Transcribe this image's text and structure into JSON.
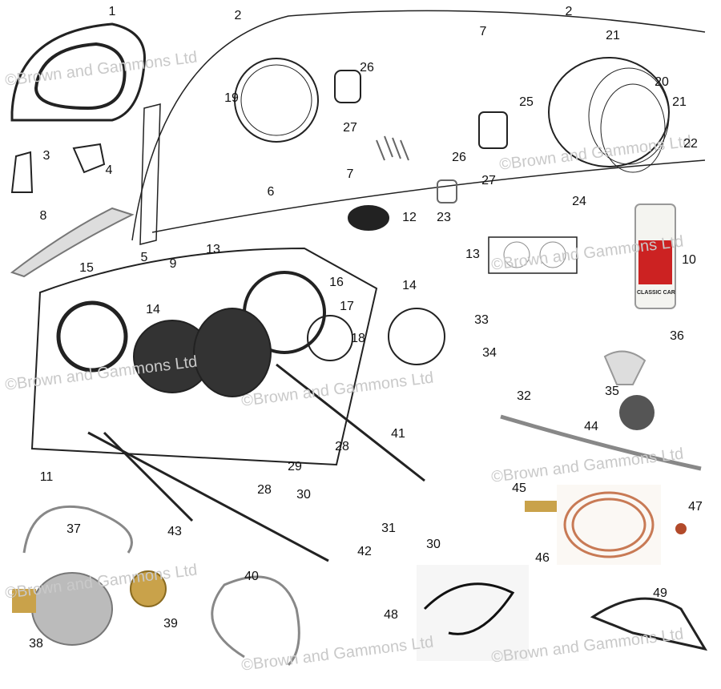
{
  "watermark": "©Brown and Gammons Ltd",
  "callouts": [
    "1",
    "2",
    "2",
    "7",
    "21",
    "26",
    "19",
    "20",
    "25",
    "21",
    "3",
    "27",
    "26",
    "27",
    "22",
    "4",
    "7",
    "6",
    "23",
    "24",
    "12",
    "8",
    "5",
    "9",
    "13",
    "13",
    "10",
    "15",
    "16",
    "14",
    "17",
    "14",
    "18",
    "33",
    "34",
    "36",
    "32",
    "35",
    "44",
    "11",
    "41",
    "28",
    "29",
    "28",
    "30",
    "45",
    "47",
    "37",
    "43",
    "31",
    "30",
    "46",
    "42",
    "40",
    "49",
    "48",
    "39",
    "38"
  ],
  "can_label": "CLASSIC CAR"
}
